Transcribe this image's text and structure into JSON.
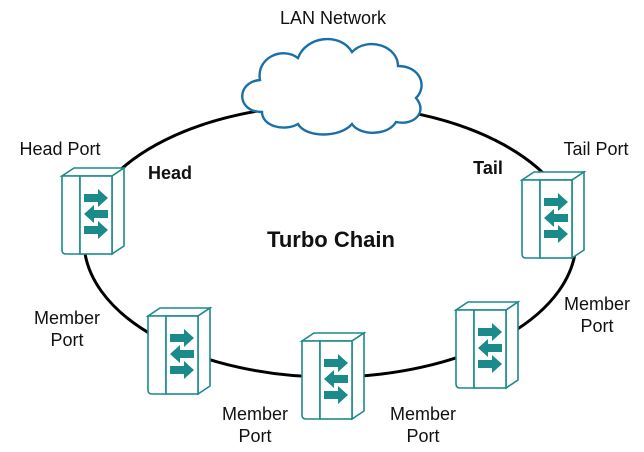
{
  "diagram": {
    "cloud_label": "LAN Network",
    "center_label": "Turbo Chain",
    "head": {
      "port_label": "Head  Port",
      "role_label": "Head"
    },
    "tail": {
      "port_label": "Tail  Port",
      "role_label": "Tail"
    },
    "members": [
      {
        "line1": "Member",
        "line2": "Port"
      },
      {
        "line1": "Member",
        "line2": "Port"
      },
      {
        "line1": "Member",
        "line2": "Port"
      },
      {
        "line1": "Member",
        "line2": "Port"
      }
    ],
    "colors": {
      "line": "#000000",
      "cloud_fill": "#ffffff",
      "cloud_stroke": "#1a6fa8",
      "device_fill": "#ffffff",
      "device_stroke": "#1b8a8a",
      "arrow": "#1b8a8a"
    },
    "icons": [
      "cloud-icon",
      "switch-icon"
    ]
  }
}
